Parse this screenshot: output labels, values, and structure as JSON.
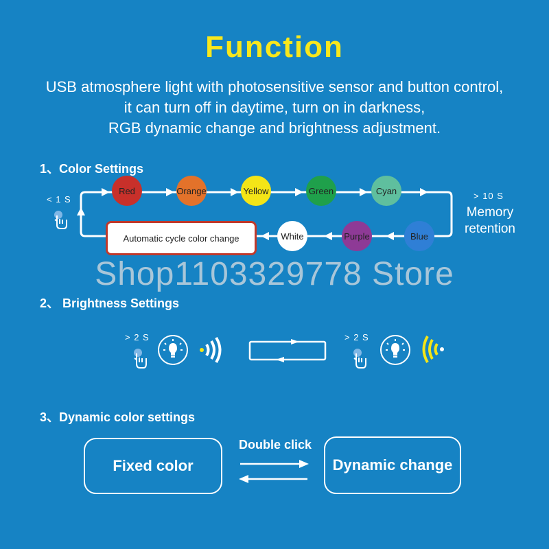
{
  "title": "Function",
  "intro": {
    "line1": "USB atmosphere light with photosensitive sensor and button control,",
    "line2": "it can turn off in daytime, turn on in darkness,",
    "line3": "RGB dynamic change and brightness adjustment."
  },
  "section1": {
    "title": "1、Color Settings",
    "press_short": "< 1 S",
    "press_long": "> 10 S",
    "memory_line1": "Memory",
    "memory_line2": "retention",
    "top_colors": [
      {
        "label": "Red",
        "color": "#c8302a"
      },
      {
        "label": "Orange",
        "color": "#e3722a"
      },
      {
        "label": "Yellow",
        "color": "#f4e517"
      },
      {
        "label": "Green",
        "color": "#1fa04b"
      },
      {
        "label": "Cyan",
        "color": "#5fbf9e"
      }
    ],
    "bottom_colors": [
      {
        "label": "White",
        "color": "#ffffff"
      },
      {
        "label": "Purple",
        "color": "#8e3a96"
      },
      {
        "label": "Blue",
        "color": "#2f7fd6"
      }
    ],
    "auto_cycle": "Automatic cycle color change"
  },
  "watermark": "Shop1103329778 Store",
  "section2": {
    "title": "2、 Brightness Settings",
    "press_left": "> 2 S",
    "press_right": "> 2 S",
    "wave_colors": [
      "#ffffff",
      "#f4e517"
    ]
  },
  "section3": {
    "title": "3、Dynamic color settings",
    "fixed": "Fixed color",
    "double_click": "Double click",
    "dynamic": "Dynamic change"
  }
}
